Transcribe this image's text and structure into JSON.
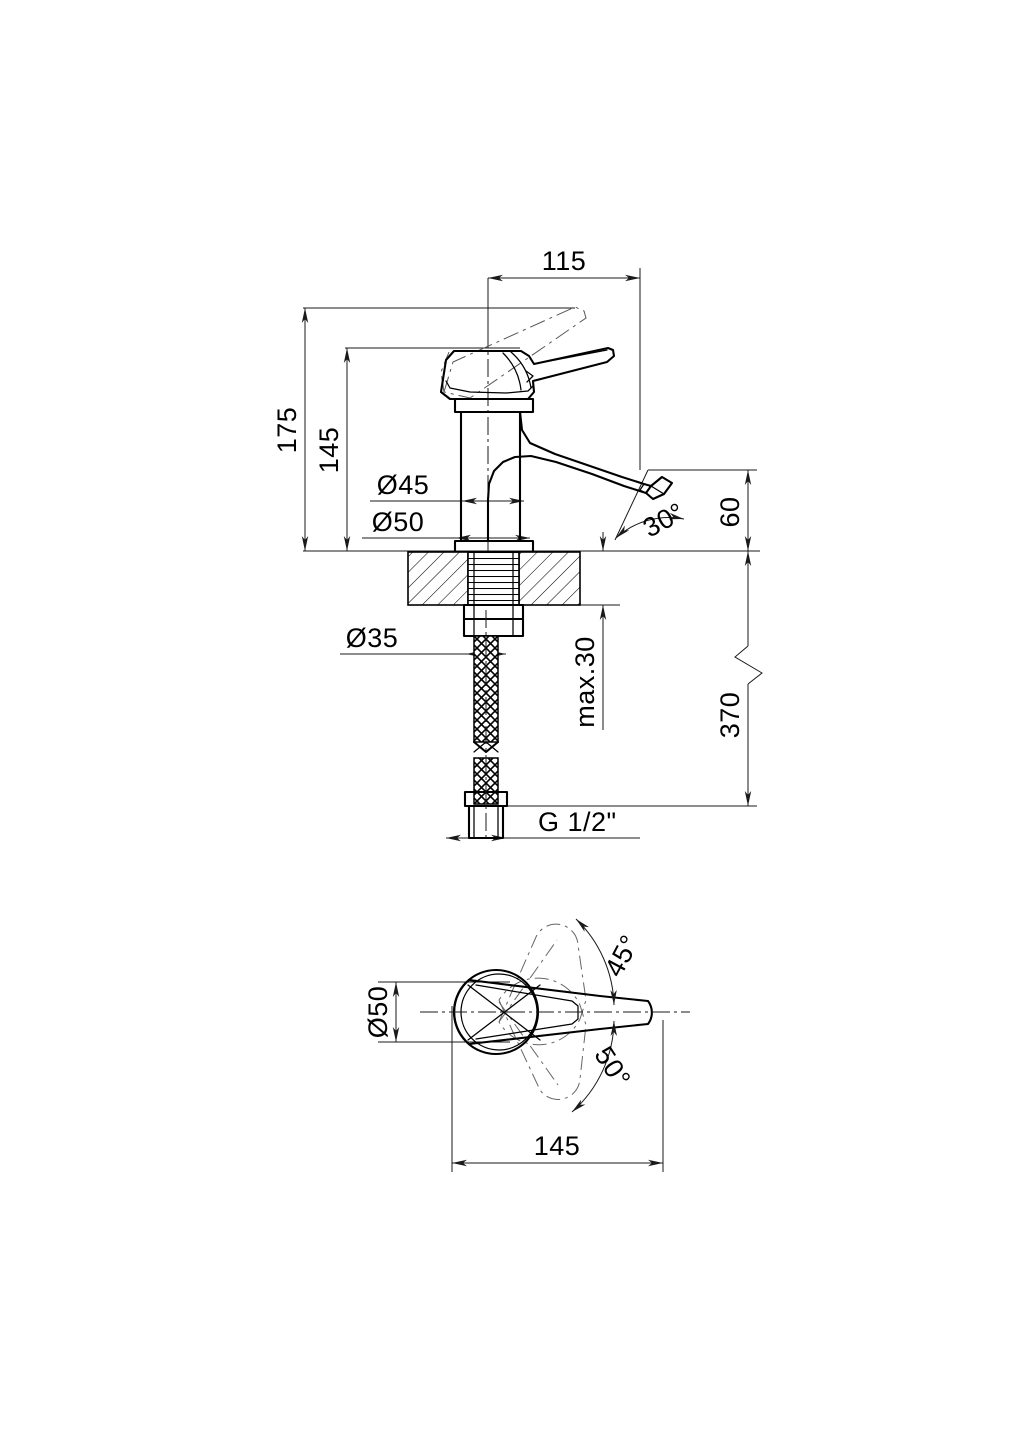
{
  "document": {
    "type": "technical-drawing",
    "subject": "single-lever basin mixer tap",
    "sheet_size": "1035x1440",
    "background_color": "#ffffff",
    "line_color": "#000000"
  },
  "views": {
    "front_elevation": {
      "name": "front-elevation-view",
      "description": "Side/front section view of basin mixer with mounting through counter and flexible supply hose"
    },
    "top_plan": {
      "name": "top-plan-view",
      "description": "Top view of lever handle showing swivel range"
    }
  },
  "dimensions": {
    "front": [
      {
        "id": "d-115",
        "label": "115",
        "orientation": "horizontal",
        "note": "spout reach from handle axis"
      },
      {
        "id": "d-175",
        "label": "175",
        "orientation": "vertical",
        "note": "overall height"
      },
      {
        "id": "d-145",
        "label": "145",
        "orientation": "vertical",
        "note": "height to lever top"
      },
      {
        "id": "d-dia45",
        "label": "Ø45",
        "orientation": "horizontal",
        "note": "body diameter"
      },
      {
        "id": "d-dia50",
        "label": "Ø50",
        "orientation": "horizontal",
        "note": "base diameter"
      },
      {
        "id": "d-dia35",
        "label": "Ø35",
        "orientation": "horizontal",
        "note": "mounting hole diameter"
      },
      {
        "id": "d-max30",
        "label": "max.30",
        "orientation": "vertical",
        "note": "max counter thickness"
      },
      {
        "id": "d-60",
        "label": "60",
        "orientation": "vertical",
        "note": "aerator height above deck"
      },
      {
        "id": "d-370",
        "label": "370",
        "orientation": "vertical",
        "note": "supply hose length"
      },
      {
        "id": "d-30deg",
        "label": "30°",
        "orientation": "angular",
        "note": "aerator stream angle"
      },
      {
        "id": "d-g12",
        "label": "G 1/2\"",
        "orientation": "callout",
        "note": "supply thread size"
      }
    ],
    "top": [
      {
        "id": "t-dia50",
        "label": "Ø50",
        "orientation": "vertical",
        "note": "base diameter"
      },
      {
        "id": "t-145",
        "label": "145",
        "orientation": "horizontal",
        "note": "handle overall length"
      },
      {
        "id": "t-45deg",
        "label": "45°",
        "orientation": "angular",
        "note": "handle swivel one side"
      },
      {
        "id": "t-50deg",
        "label": "50°",
        "orientation": "angular",
        "note": "handle swivel other side"
      }
    ]
  },
  "labels": {
    "v115": "115",
    "v175": "175",
    "v145": "145",
    "vdia45": "Ø45",
    "vdia50": "Ø50",
    "vdia35": "Ø35",
    "vmax30": "max.30",
    "v60": "60",
    "v370": "370",
    "v30deg": "30°",
    "vg12": "G 1/2\"",
    "tdia50": "Ø50",
    "t145": "145",
    "t45deg": "45°",
    "t50deg": "50°"
  }
}
